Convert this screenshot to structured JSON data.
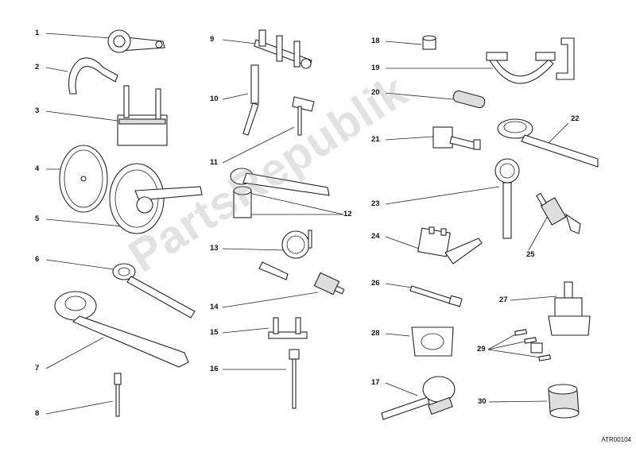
{
  "diagram": {
    "reference_code": "ATR00104",
    "watermark_text": "PartsRepublik",
    "callouts": [
      "1",
      "2",
      "3",
      "4",
      "5",
      "6",
      "7",
      "8",
      "9",
      "10",
      "11",
      "12",
      "13",
      "14",
      "15",
      "16",
      "17",
      "18",
      "19",
      "20",
      "21",
      "22",
      "23",
      "24",
      "25",
      "26",
      "27",
      "28",
      "29",
      "30"
    ]
  }
}
